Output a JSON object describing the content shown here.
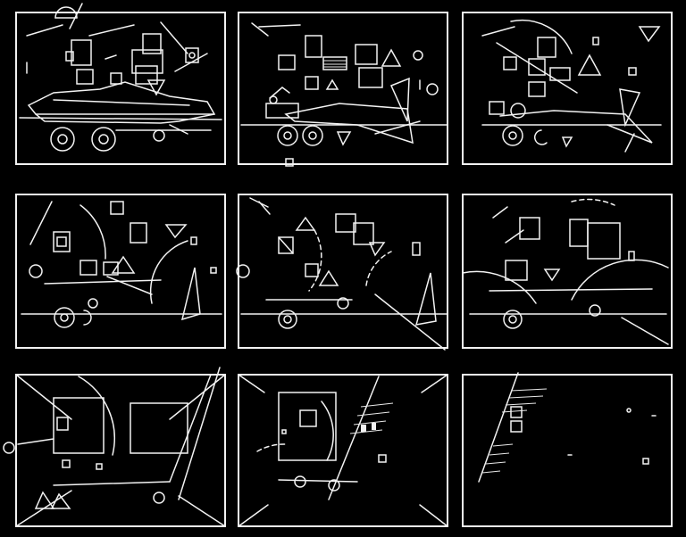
{
  "artwork": {
    "panel_count": 9,
    "grid": {
      "rows": 3,
      "columns": 3
    },
    "colors": {
      "background": "#000000",
      "line": "#f2f2f2"
    },
    "text_visible": false
  }
}
